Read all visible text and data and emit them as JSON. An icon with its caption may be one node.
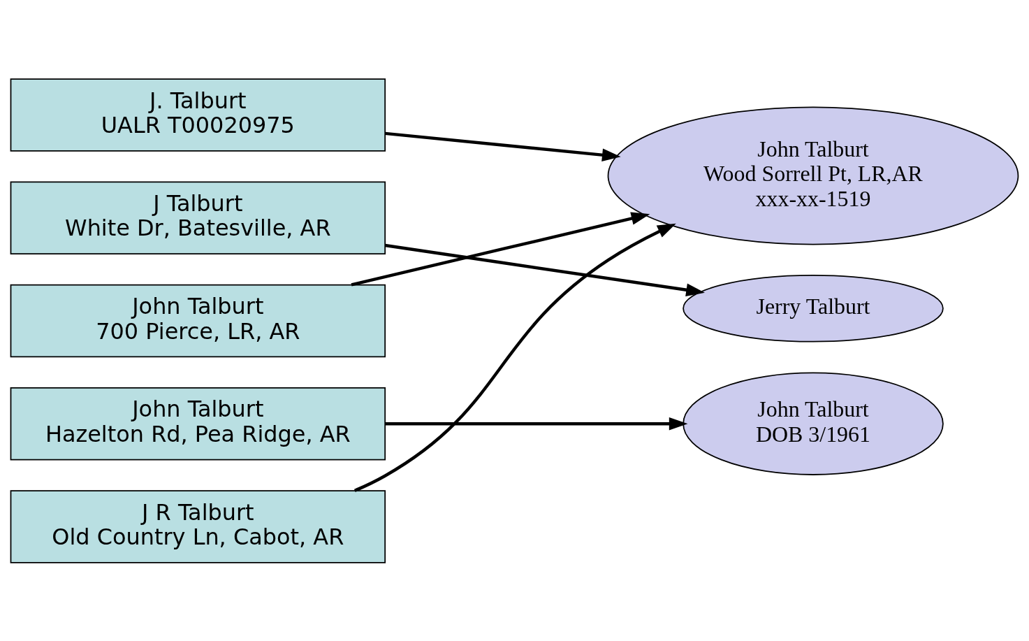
{
  "diagram": {
    "nodes": [
      {
        "text": [
          "J. Talburt",
          "UALR T00020975"
        ]
      },
      {
        "text": [
          "J Talburt",
          "White Dr, Batesville, AR"
        ]
      },
      {
        "text": [
          "John Talburt",
          "700 Pierce, LR, AR"
        ]
      },
      {
        "text": [
          "John Talburt",
          "Hazelton Rd, Pea Ridge, AR"
        ]
      },
      {
        "text": [
          "J R Talburt",
          "Old Country Ln, Cabot, AR"
        ]
      },
      {
        "text": [
          "John Talburt",
          "Wood Sorrell Pt, LR,AR",
          "xxx-xx-1519"
        ]
      },
      {
        "text": [
          "Jerry Talburt"
        ]
      },
      {
        "text": [
          "John Talburt",
          "DOB 3/1961"
        ]
      }
    ],
    "edges": [
      {
        "from": 0,
        "to": 5,
        "arrow": "to"
      },
      {
        "from": 1,
        "to": 6,
        "arrow": "to"
      },
      {
        "from": 2,
        "to": 5,
        "arrow": "to"
      },
      {
        "from": 3,
        "to": 7,
        "arrow": "to"
      },
      {
        "from": 4,
        "to": 5,
        "arrow": "to"
      }
    ]
  }
}
